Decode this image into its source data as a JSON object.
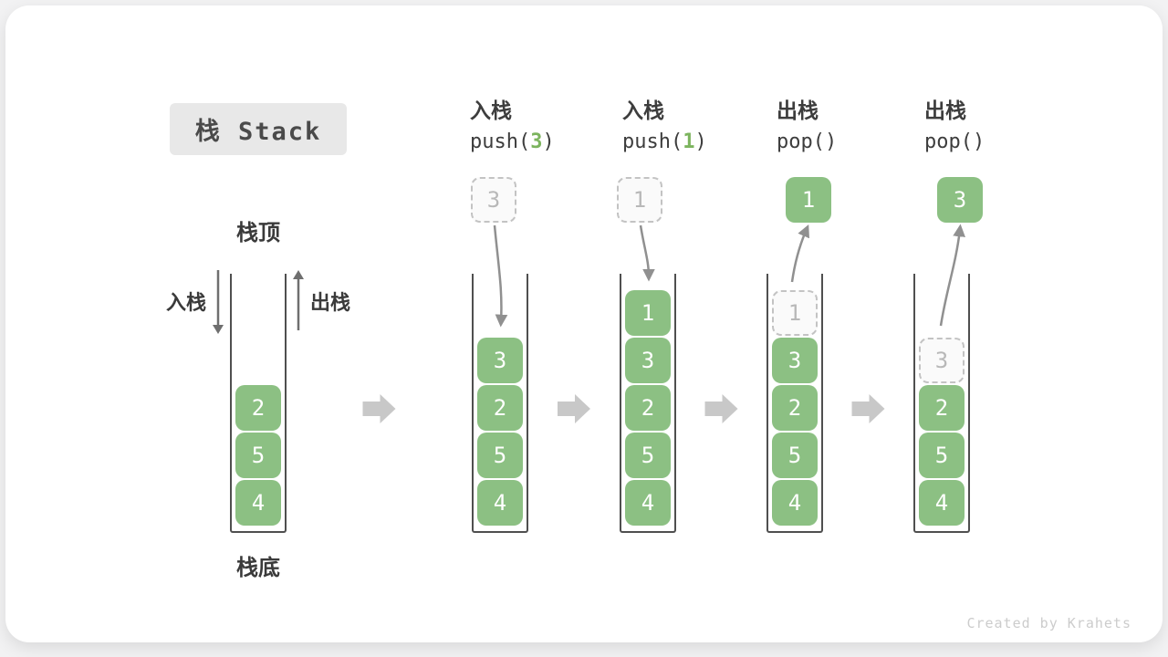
{
  "title_badge": "栈 Stack",
  "legend": {
    "stack_top": "栈顶",
    "stack_bottom": "栈底",
    "push_direction": "入栈",
    "pop_direction": "出栈"
  },
  "watermark": "Created by Krahets",
  "colors": {
    "cell_green": "#8cc083",
    "code_arg_green": "#7cb45e",
    "ghost_border": "#c3c3c3",
    "ghost_text": "#b8b8b8",
    "flow_arrow_gray": "#909090",
    "block_arrow_gray": "#c8c8c8",
    "badge_bg": "#e8e8e8",
    "text_dark": "#3d3d3d"
  },
  "steps": [
    {
      "name": "initial",
      "cells": [
        {
          "value": "2",
          "ghost": false
        },
        {
          "value": "5",
          "ghost": false
        },
        {
          "value": "4",
          "ghost": false
        }
      ]
    },
    {
      "name": "push-3",
      "op": {
        "title": "入栈",
        "code_pre": "push(",
        "code_arg": "3",
        "code_post": ")"
      },
      "float": {
        "value": "3",
        "ghost": true
      },
      "flow": "push",
      "cells": [
        {
          "value": "3",
          "ghost": false
        },
        {
          "value": "2",
          "ghost": false
        },
        {
          "value": "5",
          "ghost": false
        },
        {
          "value": "4",
          "ghost": false
        }
      ]
    },
    {
      "name": "push-1",
      "op": {
        "title": "入栈",
        "code_pre": "push(",
        "code_arg": "1",
        "code_post": ")"
      },
      "float": {
        "value": "1",
        "ghost": true
      },
      "flow": "push",
      "cells": [
        {
          "value": "1",
          "ghost": false
        },
        {
          "value": "3",
          "ghost": false
        },
        {
          "value": "2",
          "ghost": false
        },
        {
          "value": "5",
          "ghost": false
        },
        {
          "value": "4",
          "ghost": false
        }
      ]
    },
    {
      "name": "pop-1",
      "op": {
        "title": "出栈",
        "code_pre": "pop(",
        "code_arg": "",
        "code_post": ")"
      },
      "float": {
        "value": "1",
        "ghost": false
      },
      "flow": "pop",
      "cells": [
        {
          "value": "1",
          "ghost": true
        },
        {
          "value": "3",
          "ghost": false
        },
        {
          "value": "2",
          "ghost": false
        },
        {
          "value": "5",
          "ghost": false
        },
        {
          "value": "4",
          "ghost": false
        }
      ]
    },
    {
      "name": "pop-3",
      "op": {
        "title": "出栈",
        "code_pre": "pop(",
        "code_arg": "",
        "code_post": ")"
      },
      "float": {
        "value": "3",
        "ghost": false
      },
      "flow": "pop",
      "cells": [
        {
          "value": "3",
          "ghost": true
        },
        {
          "value": "2",
          "ghost": false
        },
        {
          "value": "5",
          "ghost": false
        },
        {
          "value": "4",
          "ghost": false
        }
      ]
    }
  ]
}
